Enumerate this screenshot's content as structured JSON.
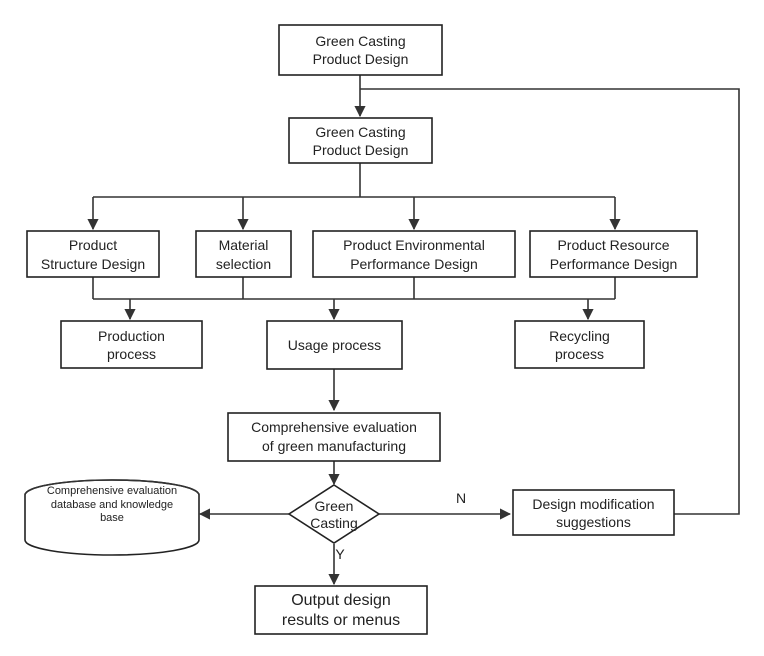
{
  "nodes": {
    "top_design": {
      "line1": "Green Casting",
      "line2": "Product Design"
    },
    "second_design": {
      "line1": "Green Casting",
      "line2": "Product Design"
    },
    "structure_design": {
      "line1": "Product",
      "line2": "Structure Design"
    },
    "material_selection": {
      "line1": "Material",
      "line2": "selection"
    },
    "environmental_design": {
      "line1": "Product Environmental",
      "line2": "Performance Design"
    },
    "resource_design": {
      "line1": "Product Resource",
      "line2": "Performance Design"
    },
    "production_process": {
      "line1": "Production",
      "line2": "process"
    },
    "usage_process": {
      "line1": "Usage process"
    },
    "recycling_process": {
      "line1": "Recycling",
      "line2": "process"
    },
    "comprehensive_evaluation": {
      "line1": "Comprehensive evaluation",
      "line2": "of green manufacturing"
    },
    "decision": {
      "line1": "Green",
      "line2": "Casting"
    },
    "database": {
      "line1": "Comprehensive evaluation",
      "line2": "database and knowledge",
      "line3": "base"
    },
    "modification": {
      "line1": "Design modification",
      "line2": "suggestions"
    },
    "output": {
      "line1": "Output design",
      "line2": "results or menus"
    }
  },
  "edge_labels": {
    "no": "N",
    "yes": "Y"
  }
}
